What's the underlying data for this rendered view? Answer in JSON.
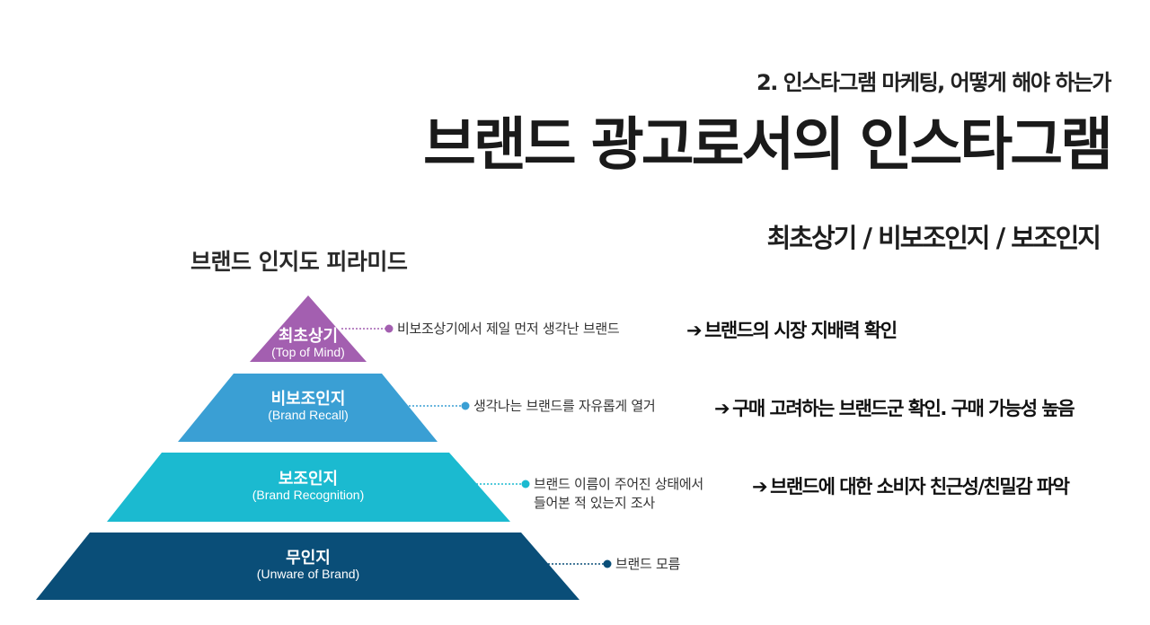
{
  "header": {
    "subtitle": "2. 인스타그램 마케팅, 어떻게 해야 하는가",
    "title": "브랜드 광고로서의 인스타그램",
    "categories": "최초상기 / 비보조인지 / 보조인지"
  },
  "pyramid": {
    "title": "브랜드 인지도 피라미드",
    "levels": [
      {
        "name_ko": "최초상기",
        "name_en": "(Top of Mind)",
        "color": "#a35fb0",
        "description": "비보조상기에서 제일 먼저 생각난 브랜드",
        "description_line2": "",
        "conclusion": "브랜드의 시장 지배력 확인"
      },
      {
        "name_ko": "비보조인지",
        "name_en": "(Brand Recall)",
        "color": "#3a9fd4",
        "description": "생각나는 브랜드를 자유롭게 열거",
        "description_line2": "",
        "conclusion": "구매 고려하는 브랜드군 확인. 구매 가능성 높음"
      },
      {
        "name_ko": "보조인지",
        "name_en": "(Brand Recognition)",
        "color": "#1bbad0",
        "description": "브랜드 이름이 주어진 상태에서",
        "description_line2": "들어본 적 있는지 조사",
        "conclusion": "브랜드에 대한 소비자 친근성/친밀감 파악"
      },
      {
        "name_ko": "무인지",
        "name_en": "(Unware of Brand)",
        "color": "#0a4e78",
        "description": "브랜드 모름",
        "description_line2": "",
        "conclusion": ""
      }
    ]
  },
  "arrow_glyph": "➔"
}
